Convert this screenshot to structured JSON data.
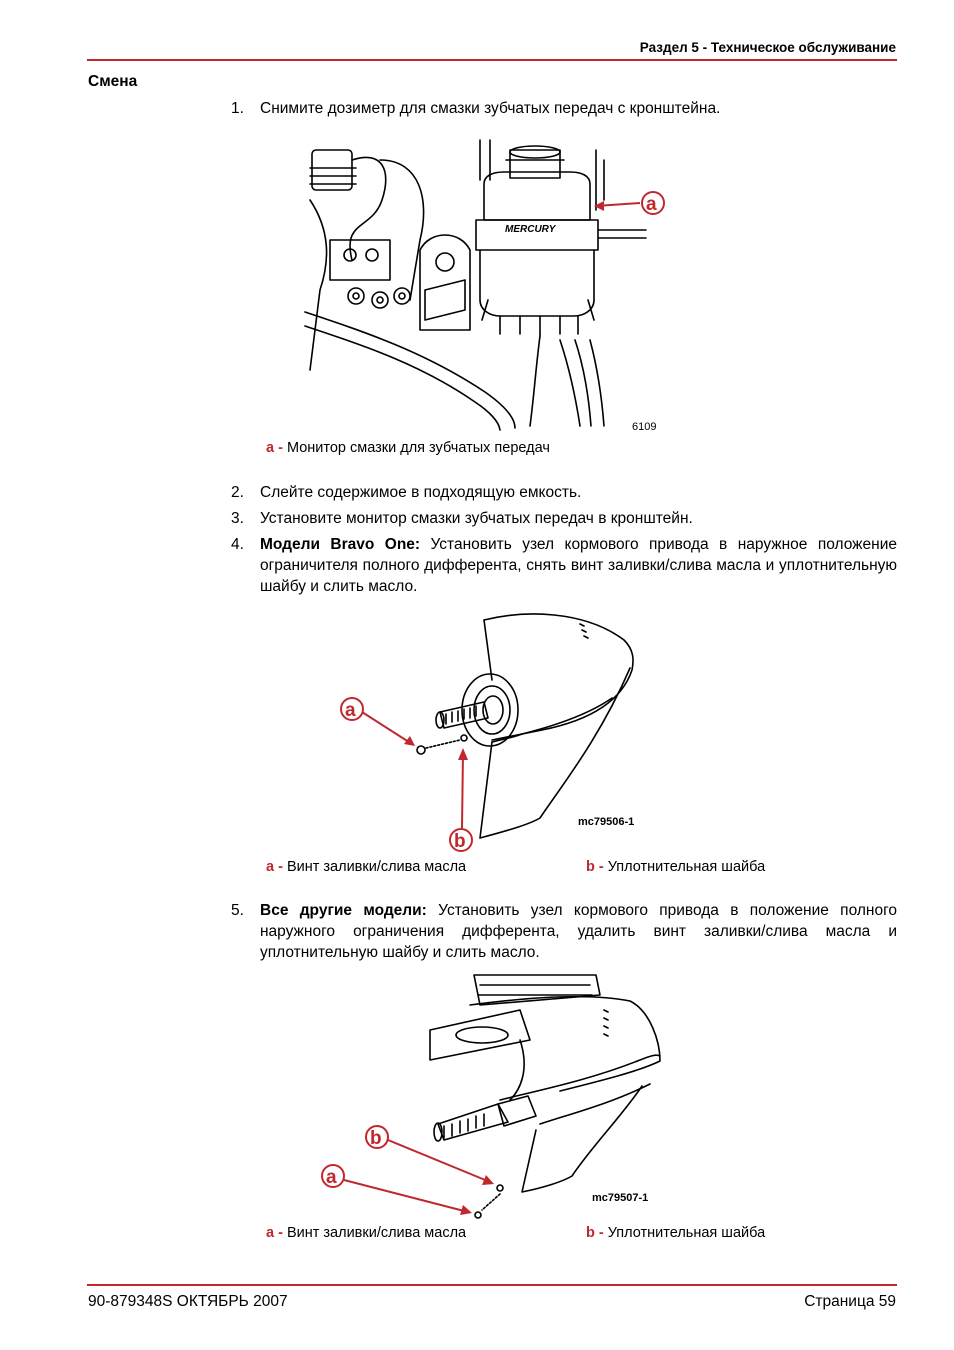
{
  "header": {
    "section": "Раздел 5 - Техническое обслуживание"
  },
  "section_title": "Смена",
  "steps": [
    {
      "num": "1.",
      "text": "Снимите дозиметр для смазки зубчатых передач с кронштейна."
    },
    {
      "num": "2.",
      "text": "Слейте содержимое в подходящую емкость."
    },
    {
      "num": "3.",
      "text": "Установите монитор смазки зубчатых передач в кронштейн."
    },
    {
      "num": "4.",
      "bold": "Модели Bravo One:",
      "text": " Установить узел кормового привода в наружное положение ограничителя полного дифферента, снять винт заливки/слива масла и уплотнительную шайбу и слить масло."
    },
    {
      "num": "5.",
      "bold": "Все другие модели:",
      "text": " Установить узел кормового привода в положение полного наружного ограничения дифферента, удалить винт заливки/слива масла и уплотнительную шайбу и слить масло."
    }
  ],
  "figures": [
    {
      "ref": "6109",
      "callouts": [
        "a"
      ],
      "brand_text": "MERCURY",
      "captions": [
        {
          "label": "a -",
          "text": "Монитор смазки для зубчатых передач"
        }
      ]
    },
    {
      "ref": "mc79506-1",
      "callouts": [
        "a",
        "b"
      ],
      "captions": [
        {
          "label": "a -",
          "text": "Винт заливки/слива масла"
        },
        {
          "label": "b -",
          "text": "Уплотнительная шайба"
        }
      ]
    },
    {
      "ref": "mc79507-1",
      "callouts": [
        "b",
        "a"
      ],
      "captions": [
        {
          "label": "a -",
          "text": "Винт заливки/слива масла"
        },
        {
          "label": "b -",
          "text": "Уплотнительная шайба"
        }
      ]
    }
  ],
  "footer": {
    "doc": "90-879348S  ОКТЯБРЬ  2007",
    "page": "Страница  59"
  },
  "colors": {
    "accent": "#c0282e",
    "text": "#000000"
  }
}
